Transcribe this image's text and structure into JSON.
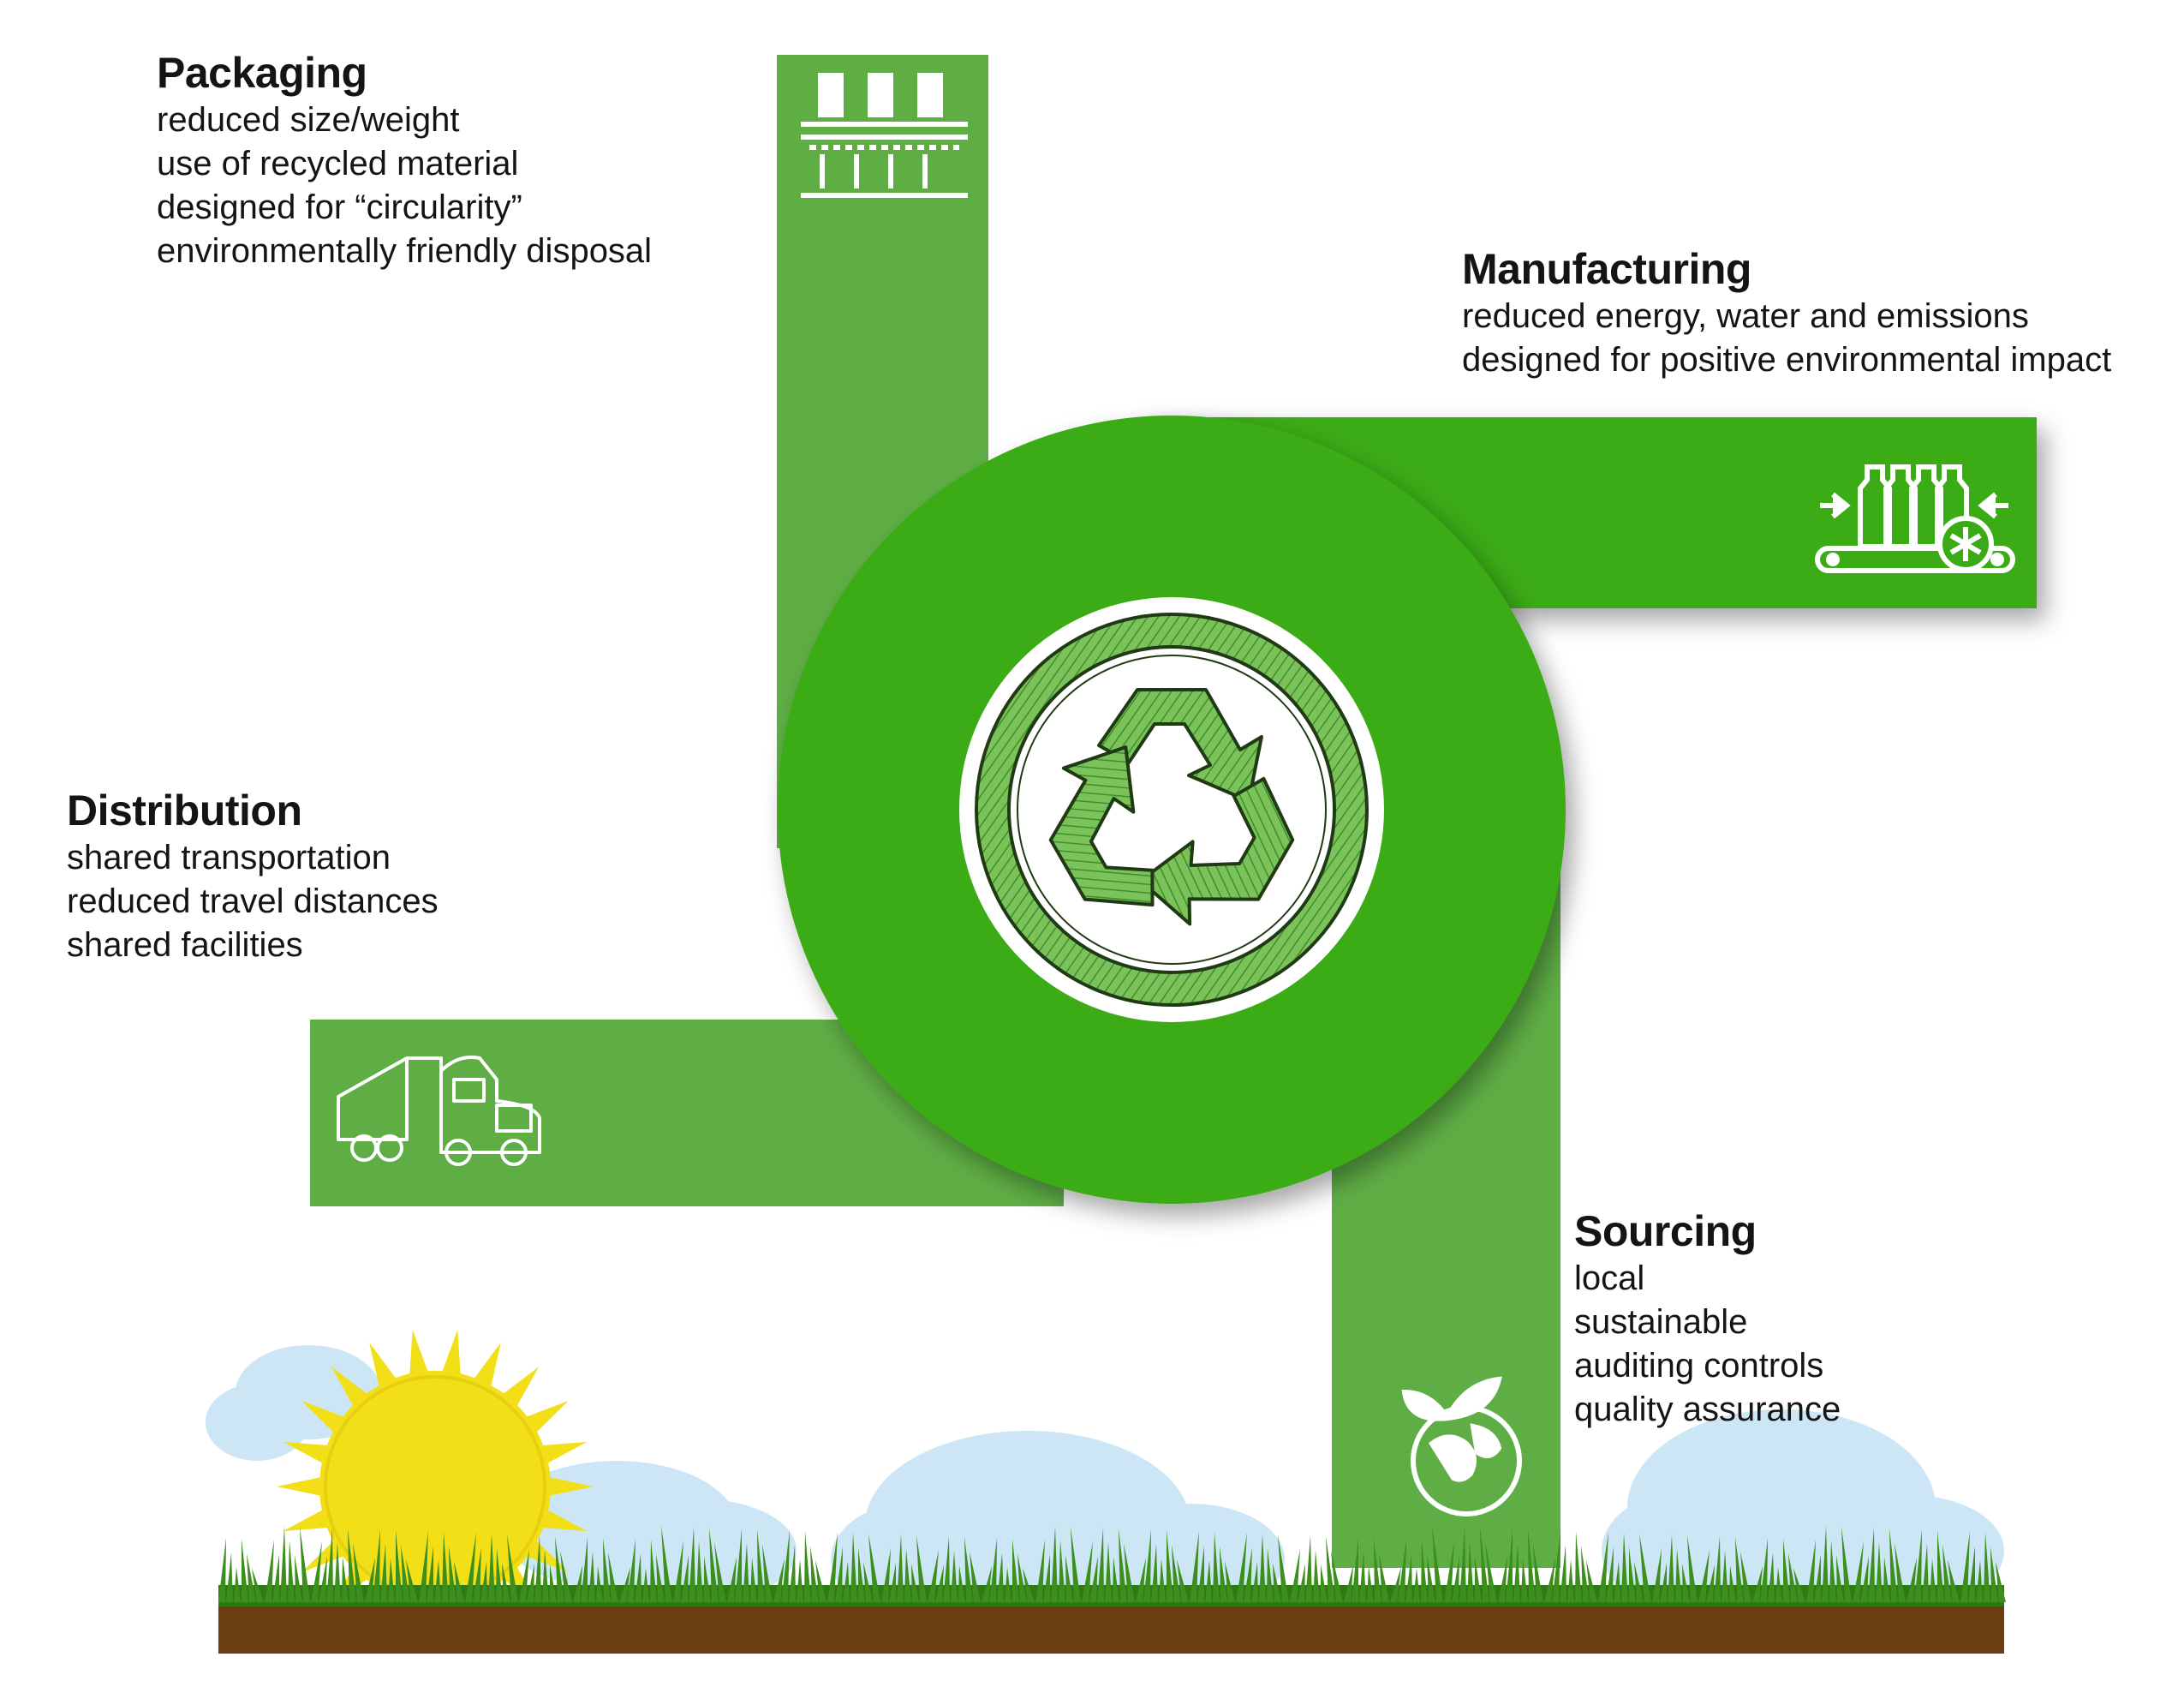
{
  "colors": {
    "arm": "#5fae45",
    "ring": "#3aab16",
    "grass": "#3c8f1c",
    "soil": "#6b3d13",
    "sun": "#f2df17",
    "cloud": "#cde6f6",
    "icon": "#ffffff"
  },
  "packaging": {
    "title": "Packaging",
    "lines": [
      "reduced size/weight",
      "use of recycled material",
      "designed for “circularity”",
      "environmentally friendly disposal"
    ],
    "icon": "bottling-line-icon"
  },
  "manufacturing": {
    "title": "Manufacturing",
    "lines": [
      "reduced energy, water and emissions",
      "designed for positive environmental impact"
    ],
    "icon": "conveyor-bottles-icon"
  },
  "distribution": {
    "title": "Distribution",
    "lines": [
      "shared transportation",
      "reduced travel distances",
      "shared facilities"
    ],
    "icon": "truck-icon"
  },
  "sourcing": {
    "title": "Sourcing",
    "lines": [
      "local",
      "sustainable",
      "auditing controls",
      "quality assurance"
    ],
    "icon": "eco-globe-icon"
  },
  "center": {
    "icon": "recycle-icon"
  },
  "scenery": {
    "icons": [
      "sun-icon",
      "cloud-icon",
      "grass-icon"
    ]
  }
}
